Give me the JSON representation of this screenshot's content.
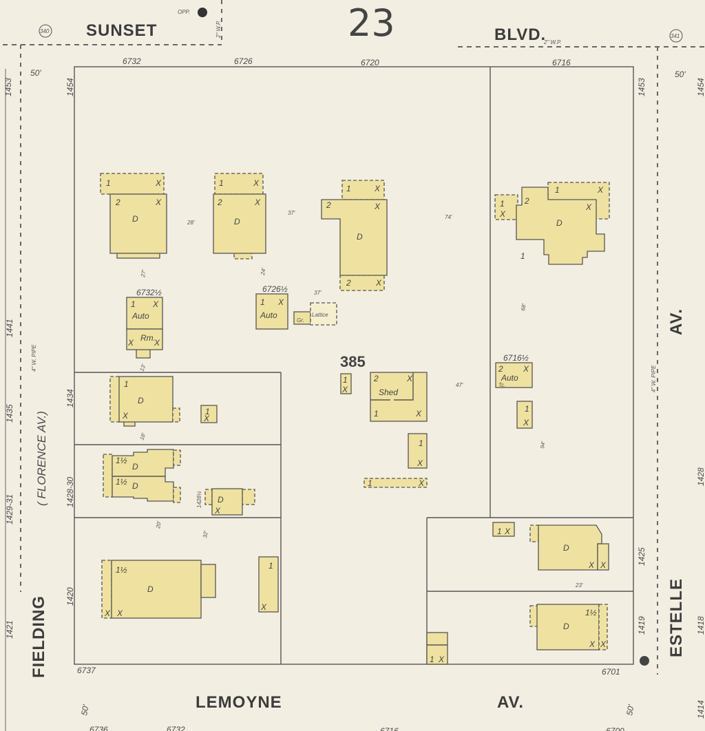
{
  "page_number": "23",
  "block_number": "385",
  "streets": {
    "top_1": "SUNSET",
    "top_2": "BLVD.",
    "bottom_1": "LEMOYNE",
    "bottom_2": "AV.",
    "left_1": "FIELDING",
    "left_alt": "( FLORENCE     AV.)",
    "right_1": "ESTELLE",
    "right_2": "AV."
  },
  "markers": {
    "left_corner": "340",
    "right_corner": "341",
    "opp": "OPP."
  },
  "pipes": {
    "top_left": "2\" W.P.",
    "top_right": "2\" W.P.",
    "left": "4\" W. PIPE",
    "right": "4\" W. PIPE"
  },
  "widths": {
    "w1": "50'",
    "w2": "50'",
    "w3": "50'",
    "w4": "50'",
    "feet": "'"
  },
  "addresses": {
    "top": [
      "6732",
      "6726",
      "6720",
      "6716"
    ],
    "bottom": [
      "6737",
      "6701"
    ],
    "next_block": [
      "6736",
      "6732",
      "6716",
      "6700"
    ],
    "left_inner": [
      "1454",
      "1434",
      "1428-30",
      "1420",
      "1428½"
    ],
    "left_outer": [
      "1453",
      "1441",
      "1435",
      "1429-31",
      "1421"
    ],
    "right_inner": [
      "1453",
      "1425",
      "1419"
    ],
    "right_outer": [
      "1454",
      "1428",
      "1418",
      "1414"
    ],
    "rear": [
      "6732½",
      "6726½",
      "6716½"
    ]
  },
  "building_labels": {
    "dwelling": "D",
    "auto": "Auto",
    "room": "Rm.",
    "shed": "Shed",
    "garage": "Gr.",
    "lattice": "Lattice",
    "tc": "Tc."
  },
  "marks": {
    "one": "1",
    "two": "2",
    "one_half": "1½",
    "x": "X"
  },
  "dimensions": [
    "28'",
    "37'",
    "74'",
    "27'",
    "24'",
    "37'",
    "68'",
    "47'",
    "13'",
    "18'",
    "94'",
    "20'",
    "32'",
    "23'"
  ]
}
